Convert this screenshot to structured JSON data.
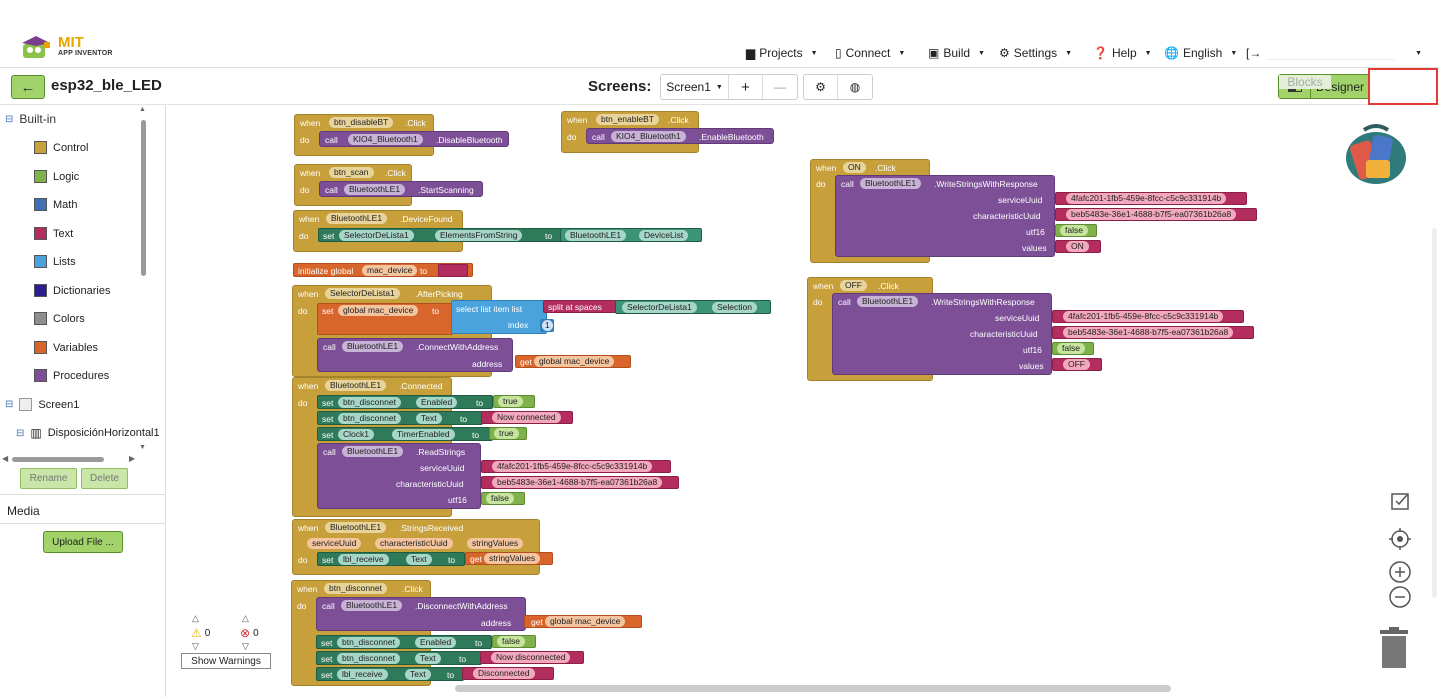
{
  "logo": {
    "line1": "MIT",
    "line2": "APP INVENTOR"
  },
  "menu": {
    "projects": "Projects",
    "connect": "Connect",
    "build": "Build",
    "settings": "Settings",
    "help": "Help",
    "language": "English"
  },
  "project": {
    "name": "esp32_ble_LED"
  },
  "screens": {
    "label": "Screens:",
    "current": "Screen1",
    "add": "+",
    "remove": "—"
  },
  "editor": {
    "designer": "Designer",
    "blocks": "Blocks"
  },
  "palette": {
    "builtin": "Built-in",
    "items": [
      "Control",
      "Logic",
      "Math",
      "Text",
      "Lists",
      "Dictionaries",
      "Colors",
      "Variables",
      "Procedures"
    ],
    "colors": [
      "#c8a03b",
      "#7fb24a",
      "#3f71b5",
      "#b32d5e",
      "#4ba3dd",
      "#2a1f8c",
      "#8e8e8e",
      "#d8662c",
      "#7c4f97"
    ],
    "screen": "Screen1",
    "component": "DisposiciónHorizontal1",
    "rename": "Rename",
    "delete": "Delete",
    "media": "Media",
    "upload": "Upload File ..."
  },
  "warnings": {
    "warn_count": "0",
    "error_count": "0",
    "show": "Show Warnings"
  },
  "blocks": {
    "when": "when",
    "do": "do",
    "call": "call",
    "set": "set",
    "to": "to",
    "get": "get",
    "b1": {
      "comp": "btn_disableBT",
      "evt": ".Click",
      "target": "KIO4_Bluetooth1",
      "method": ".DisableBluetooth"
    },
    "b2": {
      "comp": "btn_enableBT",
      "evt": ".Click",
      "target": "KIO4_Bluetooth1",
      "method": ".EnableBluetooth"
    },
    "b3": {
      "comp": "btn_scan",
      "evt": ".Click",
      "target": "BluetoothLE1",
      "method": ".StartScanning"
    },
    "b4": {
      "comp": "BluetoothLE1",
      "evt": ".DeviceFound",
      "setcomp": "SelectorDeLista1",
      "prop": "ElementsFromString",
      "src": "BluetoothLE1",
      "srcprop": "DeviceList"
    },
    "b5": {
      "init": "initialize global",
      "var": "mac_device",
      "to": "to"
    },
    "b6": {
      "comp": "SelectorDeLista1",
      "evt": ".AfterPicking",
      "setvar": "global mac_device",
      "selitem": "select list item  list",
      "split": "split at spaces",
      "selcomp": "SelectorDeLista1",
      "selprop": "Selection",
      "index": "index",
      "indexval": "1",
      "target": "BluetoothLE1",
      "method": ".ConnectWithAddress",
      "address": "address",
      "getvar": "global mac_device"
    },
    "b7": {
      "comp": "BluetoothLE1",
      "evt": ".Connected",
      "s1": {
        "comp": "btn_disconnet",
        "prop": "Enabled",
        "val": "true"
      },
      "s2": {
        "comp": "btn_disconnet",
        "prop": "Text",
        "val": "Now connected"
      },
      "s3": {
        "comp": "Clock1",
        "prop": "TimerEnabled",
        "val": "true"
      },
      "target": "BluetoothLE1",
      "method": ".ReadStrings",
      "serviceUuid": "serviceUuid",
      "serviceVal": "4fafc201-1fb5-459e-8fcc-c5c9c331914b",
      "charUuid": "characteristicUuid",
      "charVal": "beb5483e-36e1-4688-b7f5-ea07361b26a8",
      "utf16": "utf16",
      "utf16Val": "false"
    },
    "b8": {
      "comp": "BluetoothLE1",
      "evt": ".StringsReceived",
      "p1": "serviceUuid",
      "p2": "characteristicUuid",
      "p3": "stringValues",
      "setcomp": "lbl_receive",
      "prop": "Text",
      "getvar": "stringValues"
    },
    "b9": {
      "comp": "btn_disconnet",
      "evt": ".Click",
      "target": "BluetoothLE1",
      "method": ".DisconnectWithAddress",
      "address": "address",
      "getvar": "global mac_device",
      "s1": {
        "comp": "btn_disconnet",
        "prop": "Enabled",
        "val": "false"
      },
      "s2": {
        "comp": "btn_disconnet",
        "prop": "Text",
        "val": "Now disconnected"
      },
      "s3": {
        "comp": "lbl_receive",
        "prop": "Text",
        "val": "Disconnected"
      }
    },
    "b10": {
      "comp": "ON",
      "evt": ".Click",
      "target": "BluetoothLE1",
      "method": ".WriteStringsWithResponse",
      "serviceUuid": "serviceUuid",
      "serviceVal": "4fafc201-1fb5-459e-8fcc-c5c9c331914b",
      "charUuid": "characteristicUuid",
      "charVal": "beb5483e-36e1-4688-b7f5-ea07361b26a8",
      "utf16": "utf16",
      "utf16Val": "false",
      "values": "values",
      "valuesVal": "ON"
    },
    "b11": {
      "comp": "OFF",
      "evt": ".Click",
      "target": "BluetoothLE1",
      "method": ".WriteStringsWithResponse",
      "serviceUuid": "serviceUuid",
      "serviceVal": "4fafc201-1fb5-459e-8fcc-c5c9c331914b",
      "charUuid": "characteristicUuid",
      "charVal": "beb5483e-36e1-4688-b7f5-ea07361b26a8",
      "utf16": "utf16",
      "utf16Val": "false",
      "values": "values",
      "valuesVal": "OFF"
    }
  }
}
